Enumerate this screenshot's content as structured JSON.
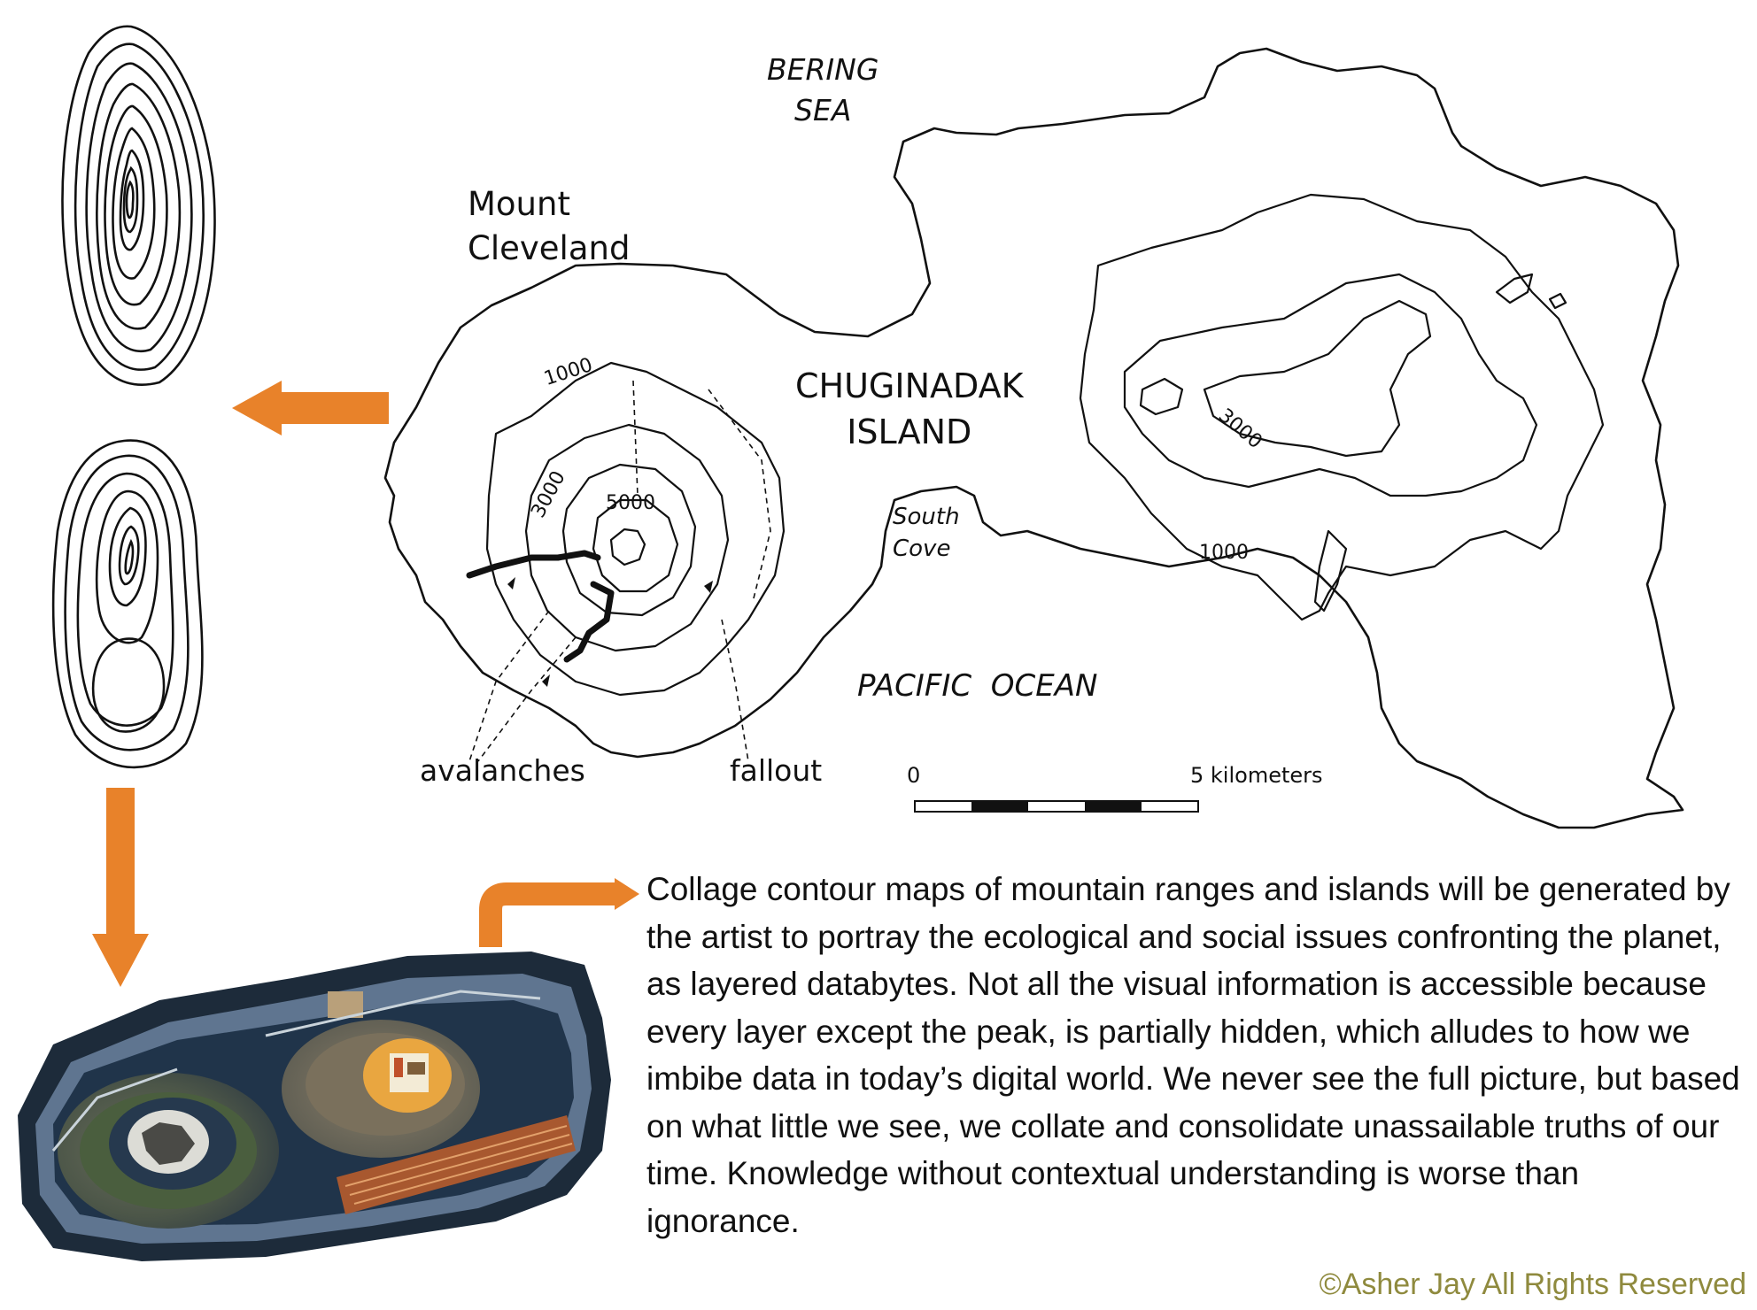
{
  "map": {
    "labels": {
      "sea": "BERING\nSEA",
      "mount": "Mount\nCleveland",
      "island": "CHUGINADAK\nISLAND",
      "cove": "South\nCove",
      "ocean": "PACIFIC  OCEAN",
      "avalanches": "avalanches",
      "fallout": "fallout"
    },
    "contours": {
      "c1000_west": "1000",
      "c3000_west": "3000",
      "c5000": "5000",
      "c3000_east": "3000",
      "c1000_east": "1000"
    },
    "scale_bar": {
      "start": "0",
      "end": "5 kilometers"
    }
  },
  "caption": "Collage contour maps of mountain ranges and islands will be generated by the artist to portray the ecological and social issues confronting the planet, as layered databytes. Not all the visual information is accessible because every layer except the peak, is partially hidden,  which alludes to how we imbibe data in today’s digital world. We never see the full picture, but based on what little we see, we collate and consolidate unassailable truths of our time. Knowledge without contextual  understanding is worse than ignorance.",
  "copyright": "©Asher Jay All Rights Reserved",
  "colors": {
    "arrow": "#e8822a",
    "copyright": "#8f8a3e",
    "line": "#111111"
  }
}
